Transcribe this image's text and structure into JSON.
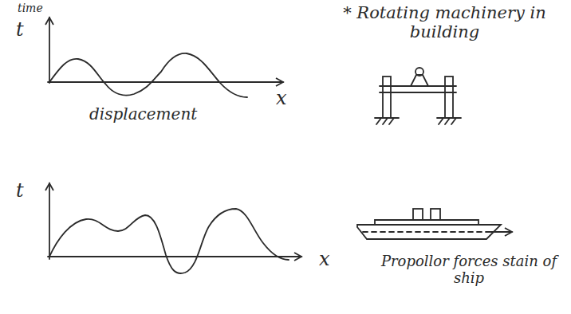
{
  "diagram": {
    "labels": [
      "time",
      "t",
      "x",
      "displacement",
      "* Rotating machinery in building",
      "t",
      "x",
      "Propollor forces stain of ship"
    ]
  }
}
